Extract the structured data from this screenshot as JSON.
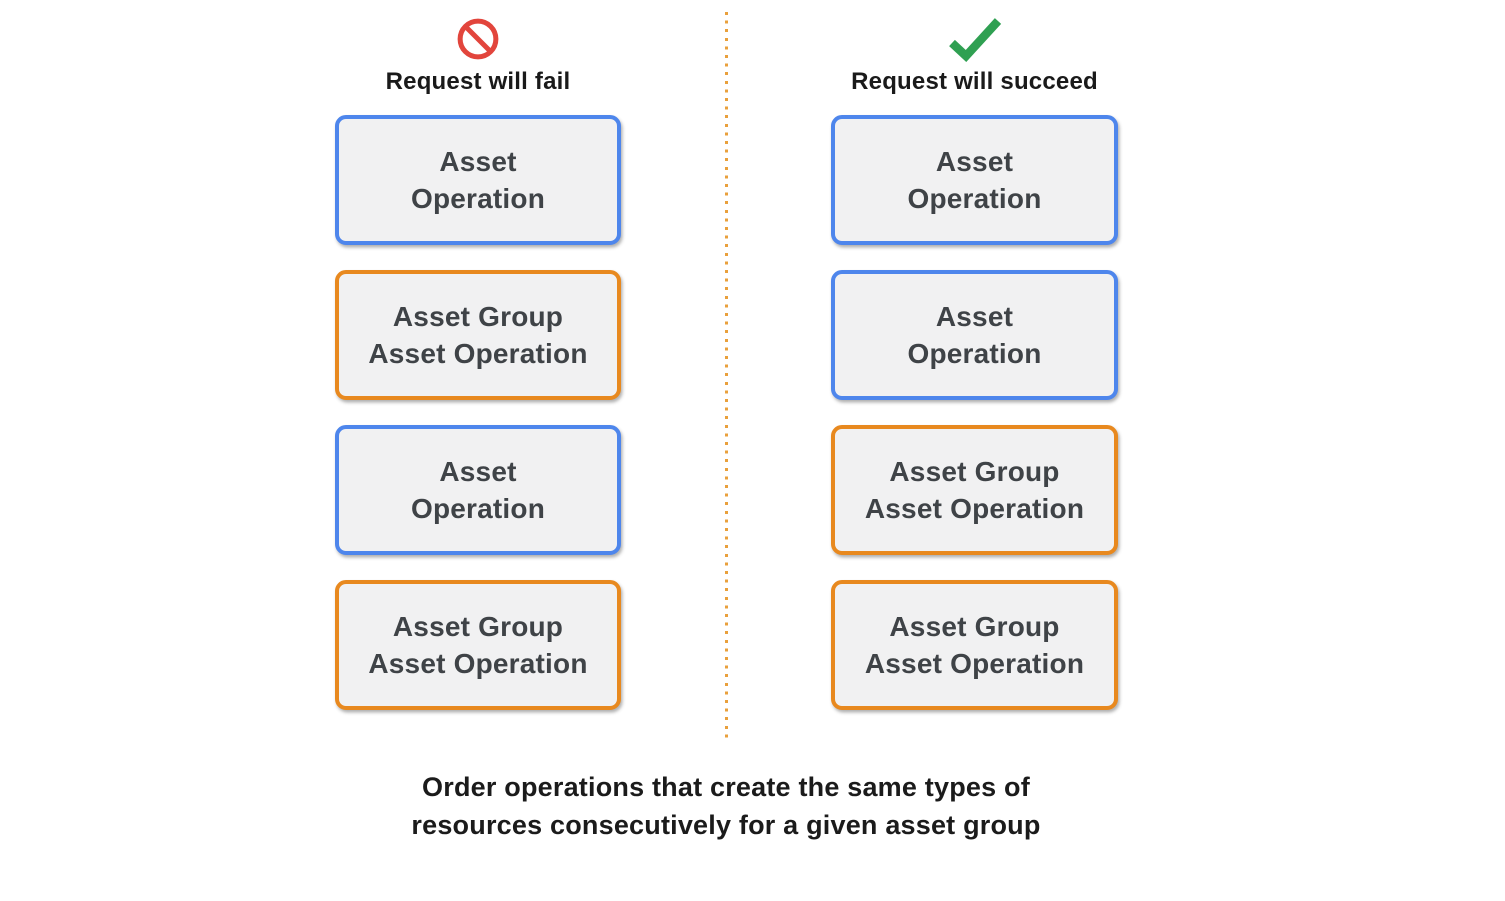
{
  "columns": {
    "fail": {
      "header": "Request will fail",
      "icon": "prohibition",
      "boxes": [
        {
          "label": "Asset\nOperation",
          "variant": "asset"
        },
        {
          "label": "Asset Group\nAsset Operation",
          "variant": "asset-group"
        },
        {
          "label": "Asset\nOperation",
          "variant": "asset"
        },
        {
          "label": "Asset Group\nAsset Operation",
          "variant": "asset-group"
        }
      ]
    },
    "succeed": {
      "header": "Request will succeed",
      "icon": "checkmark",
      "boxes": [
        {
          "label": "Asset\nOperation",
          "variant": "asset"
        },
        {
          "label": "Asset\nOperation",
          "variant": "asset"
        },
        {
          "label": "Asset Group\nAsset Operation",
          "variant": "asset-group"
        },
        {
          "label": "Asset Group\nAsset Operation",
          "variant": "asset-group"
        }
      ]
    }
  },
  "caption": "Order operations that create the same types of\nresources consecutively for a given asset group",
  "colors": {
    "asset_border": "#4e86ec",
    "asset_group_border": "#e8891f",
    "box_fill": "#f1f1f2",
    "box_text": "#3f4347",
    "fail_icon": "#e2453c",
    "success_icon": "#2fa052",
    "separator": "#e9a03c"
  }
}
